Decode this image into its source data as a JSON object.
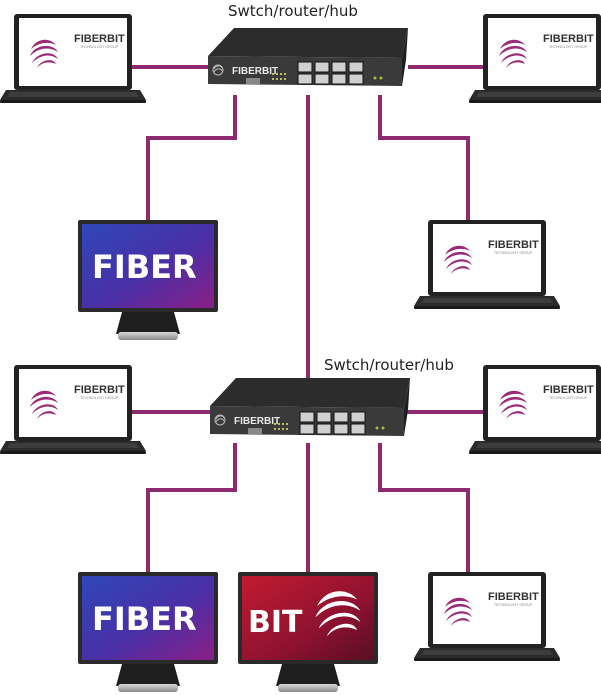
{
  "switch_label_top": "Swtch/router/hub",
  "switch_label_bottom": "Swtch/router/hub",
  "brand": {
    "logo_text": "FIBERBIT",
    "logo_tagline": "TECHNOLOGY GROUP",
    "monitor_fiber_text": "FIBER",
    "monitor_bit_text": "BIT"
  },
  "colors": {
    "link": "#8e2a6e",
    "logo": "#9b2b78",
    "switch_body": "#3a3a3a",
    "fiber_screen": "#3b34a8",
    "bit_screen": "#a3162a"
  }
}
